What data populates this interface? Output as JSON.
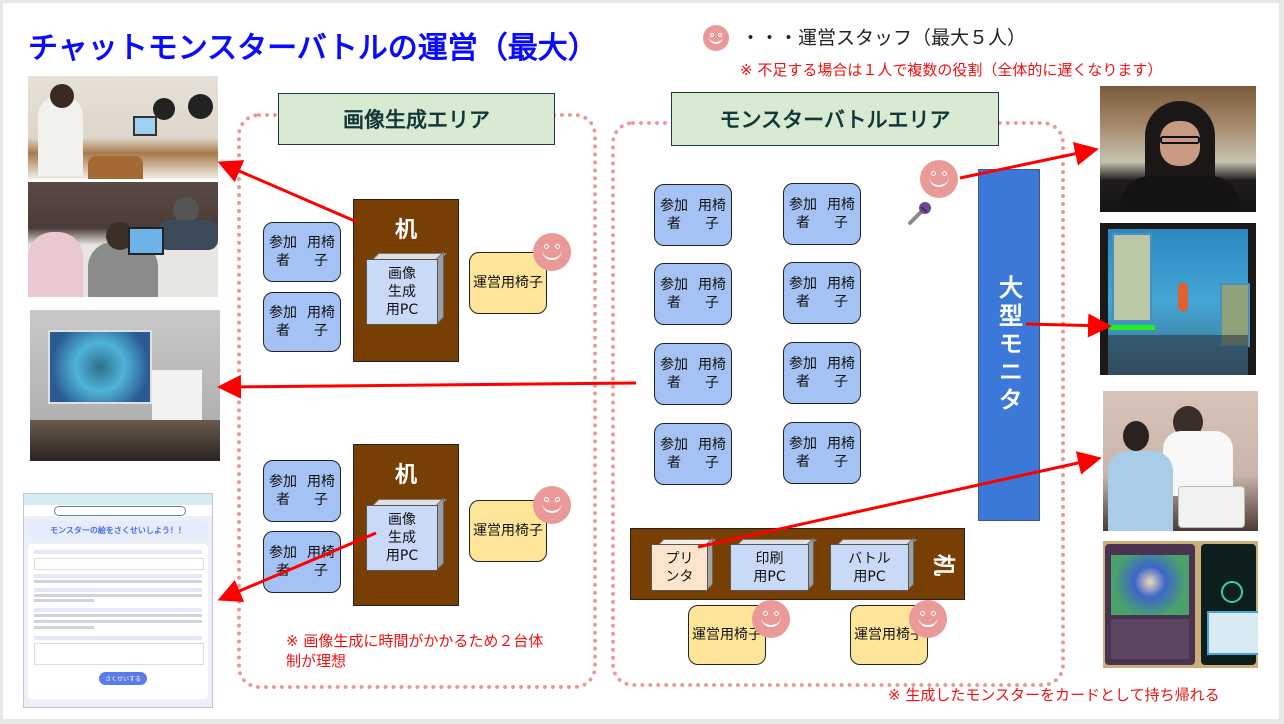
{
  "title": "チャットモンスターバトルの運営（最大）",
  "legend": {
    "icon": "staff-face-icon",
    "text": "・・・運営スタッフ（最大５人）",
    "note": "※ 不足する場合は１人で複数の役割（全体的に遅くなります）"
  },
  "image_area": {
    "label": "画像生成エリア",
    "desk_label": "机",
    "pc_label_lines": [
      "画像",
      "生成",
      "用PC"
    ],
    "participant_chair_lines": [
      "参加者",
      "用椅子"
    ],
    "staff_chair_lines": [
      "運営",
      "用椅子"
    ],
    "note_lines": [
      "※ 画像生成に時間がかかるため２台体",
      "制が理想"
    ]
  },
  "battle_area": {
    "label": "モンスターバトルエリア",
    "participant_chair_lines": [
      "参加者",
      "用椅子"
    ],
    "participant_chair_count": 8,
    "monitor_label": "大型モニタ",
    "mic_icon": "microphone-icon",
    "desk_label": "机",
    "printer_lines": [
      "プリ",
      "ンタ"
    ],
    "print_pc_lines": [
      "印刷",
      "用PC"
    ],
    "battle_pc_lines": [
      "バトル",
      "用PC"
    ],
    "staff_chair_lines": [
      "運営",
      "用椅子"
    ],
    "note": "※ 生成したモンスターをカードとして持ち帰れる"
  },
  "photos": {
    "left": [
      {
        "name": "photo-kids-generating-images",
        "desc": "Children using tablets at a desk"
      },
      {
        "name": "photo-kids-at-table",
        "desc": "Children gathered around a tablet"
      },
      {
        "name": "photo-projector-screen",
        "desc": "Audience watching projected battle"
      },
      {
        "name": "screenshot-monster-form",
        "desc": "Browser form for drawing a monster"
      }
    ],
    "right": [
      {
        "name": "photo-mc-with-microphone",
        "desc": "Host speaking into a microphone"
      },
      {
        "name": "photo-battle-on-screen",
        "desc": "Monster battle on the big screen"
      },
      {
        "name": "photo-printing-card",
        "desc": "Staff handing printed card to child"
      },
      {
        "name": "photo-monster-cards",
        "desc": "Printed monster trading cards"
      }
    ]
  },
  "form_screenshot": {
    "heading": "モンスターの絵をさくせいしよう！！",
    "submit_label": "さくせいする"
  },
  "colors": {
    "title": "#0a0aff",
    "note": "#ee1111",
    "arrow": "#ff0000",
    "participant_chair": "#a4c2f4",
    "staff_chair": "#ffe599",
    "desk": "#783f04",
    "monitor": "#3c78d8",
    "area_label_bg": "#d9ead3",
    "staff_face": "#ea9999",
    "pc": "#c9daf8",
    "printer": "#fce5cd"
  }
}
